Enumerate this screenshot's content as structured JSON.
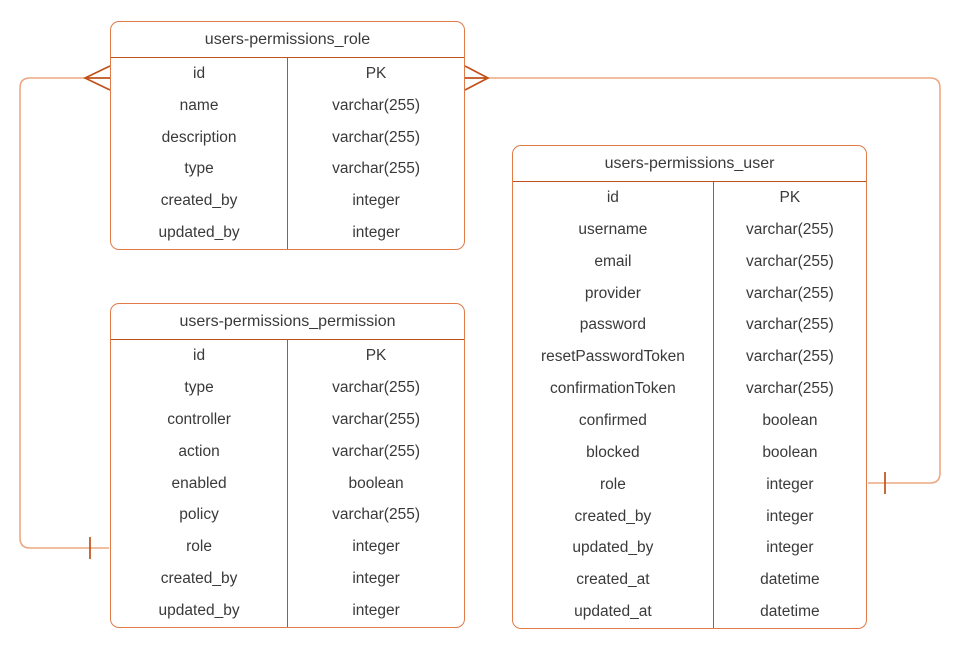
{
  "colors": {
    "canvas_bg": "#ffffff",
    "table_border": "#E07B48",
    "divider": "#C1511A",
    "connector": "#EEA881",
    "connector_symbol": "#C1511A",
    "text": "#3A3A3A"
  },
  "tables": {
    "role": {
      "title": "users-permissions_role",
      "rows": [
        {
          "field": "id",
          "type": "PK"
        },
        {
          "field": "name",
          "type": "varchar(255)"
        },
        {
          "field": "description",
          "type": "varchar(255)"
        },
        {
          "field": "type",
          "type": "varchar(255)"
        },
        {
          "field": "created_by",
          "type": "integer"
        },
        {
          "field": "updated_by",
          "type": "integer"
        }
      ]
    },
    "permission": {
      "title": "users-permissions_permission",
      "rows": [
        {
          "field": "id",
          "type": "PK"
        },
        {
          "field": "type",
          "type": "varchar(255)"
        },
        {
          "field": "controller",
          "type": "varchar(255)"
        },
        {
          "field": "action",
          "type": "varchar(255)"
        },
        {
          "field": "enabled",
          "type": "boolean"
        },
        {
          "field": "policy",
          "type": "varchar(255)"
        },
        {
          "field": "role",
          "type": "integer"
        },
        {
          "field": "created_by",
          "type": "integer"
        },
        {
          "field": "updated_by",
          "type": "integer"
        }
      ]
    },
    "user": {
      "title": "users-permissions_user",
      "rows": [
        {
          "field": "id",
          "type": "PK"
        },
        {
          "field": "username",
          "type": "varchar(255)"
        },
        {
          "field": "email",
          "type": "varchar(255)"
        },
        {
          "field": "provider",
          "type": "varchar(255)"
        },
        {
          "field": "password",
          "type": "varchar(255)"
        },
        {
          "field": "resetPasswordToken",
          "type": "varchar(255)"
        },
        {
          "field": "confirmationToken",
          "type": "varchar(255)"
        },
        {
          "field": "confirmed",
          "type": "boolean"
        },
        {
          "field": "blocked",
          "type": "boolean"
        },
        {
          "field": "role",
          "type": "integer"
        },
        {
          "field": "created_by",
          "type": "integer"
        },
        {
          "field": "updated_by",
          "type": "integer"
        },
        {
          "field": "created_at",
          "type": "datetime"
        },
        {
          "field": "updated_at",
          "type": "datetime"
        }
      ]
    }
  },
  "relationships": [
    {
      "many_end": "users-permissions_role.id",
      "one_end": "users-permissions_permission.role",
      "many_symbol": "crow-foot",
      "one_symbol": "single-tick"
    },
    {
      "many_end": "users-permissions_role.id",
      "one_end": "users-permissions_user.role",
      "many_symbol": "crow-foot",
      "one_symbol": "single-tick"
    }
  ]
}
